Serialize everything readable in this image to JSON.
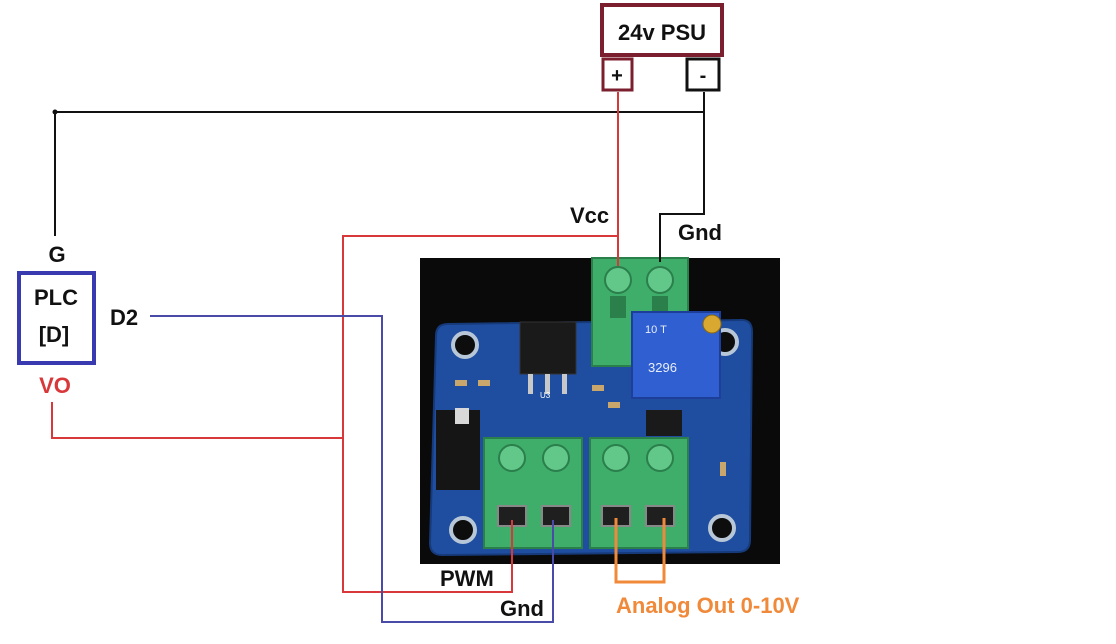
{
  "psu": {
    "title": "24v PSU",
    "plus": "+",
    "minus": "-"
  },
  "plc": {
    "line1": "PLC",
    "line2": "[D]"
  },
  "labels": {
    "g": "G",
    "d2": "D2",
    "vo": "VO",
    "vcc": "Vcc",
    "gnd_top": "Gnd",
    "pwm": "PWM",
    "gnd_bottom": "Gnd",
    "analog_out": "Analog Out 0-10V"
  },
  "board": {
    "trimmer_text_1": "10 T",
    "trimmer_text_2": "3296",
    "chip_label": "U3"
  },
  "colors": {
    "psu_box": "#7b1f2e",
    "ground_wire": "#111111",
    "vcc_wire": "#d9383a",
    "signal_wire": "#4a4aa8",
    "analog_wire": "#f08a3a",
    "plc_box": "#3a3ab0",
    "vo_text": "#d9383a",
    "analog_text": "#f08a3a",
    "board_pcb": "#1f4ea0",
    "terminal": "#3fae6a"
  }
}
